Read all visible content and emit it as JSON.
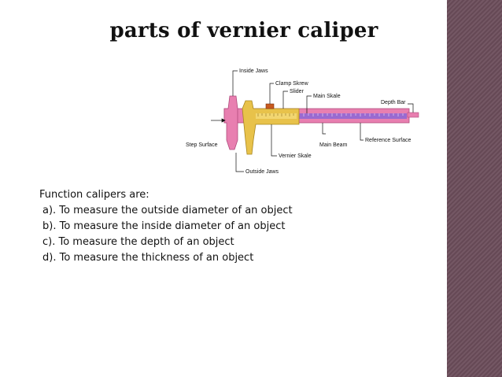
{
  "slide": {
    "title": "parts of vernier caliper"
  },
  "diagram": {
    "labels": {
      "inside_jaws": "Inside Jaws",
      "clamp_screw": "Clamp Skrew",
      "slider": "Slider",
      "main_skale": "Main Skale",
      "depth_bar": "Depth Bar",
      "step_surface": "Step Surface",
      "reference_surface": "Reference Surface",
      "main_beam": "Main Beam",
      "vernier_skale": "Vernier Skale",
      "outside_jaws": "Outside Jaws"
    },
    "colors": {
      "main_beam": "#e87fb0",
      "vernier": "#e8c24a",
      "scale": "#8a5cc8",
      "sidebar": "#6b4d5a"
    }
  },
  "content": {
    "heading": "Function calipers are:",
    "items": [
      "a). To measure the outside diameter of an object",
      "b). To measure the inside diameter of an object",
      "c). To measure the depth of an object",
      "d). To measure the thickness of an object"
    ]
  }
}
